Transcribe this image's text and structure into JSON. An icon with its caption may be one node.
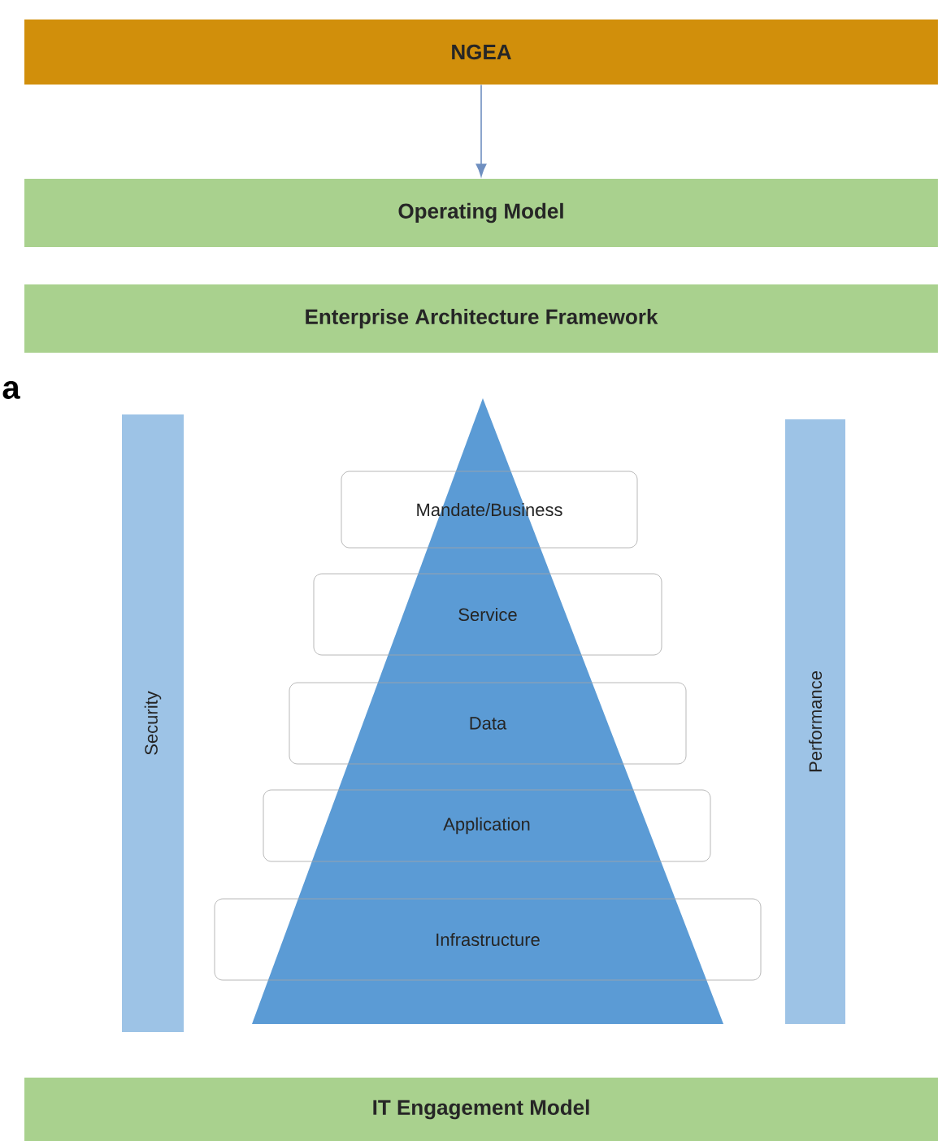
{
  "diagram": {
    "nodes": [
      {
        "text": [
          "NGEA"
        ]
      },
      {
        "text": [
          "Operating Model"
        ]
      },
      {
        "text": [
          "Enterprise Architecture Framework"
        ]
      },
      {
        "text": [
          "Security"
        ]
      },
      {
        "text": [
          "Mandate/Business"
        ]
      },
      {
        "text": [
          "Service"
        ]
      },
      {
        "text": [
          "Data"
        ]
      },
      {
        "text": [
          "Application"
        ]
      },
      {
        "text": [
          "Infrastructure"
        ]
      },
      {
        "text": [
          "Performance"
        ]
      },
      {
        "text": [
          "IT Engagement Model"
        ]
      }
    ],
    "edges": [
      {
        "from": 0,
        "to": 1,
        "arrow": "to",
        "color": "#6f8fc0"
      }
    ],
    "labels": [
      "a"
    ]
  }
}
